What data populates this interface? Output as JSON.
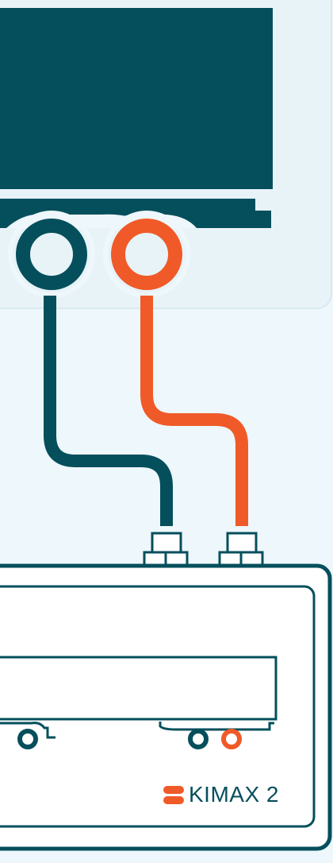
{
  "brand": {
    "name": "KIMAX 2",
    "logo_icon": "kimax-logo-icon"
  },
  "colors": {
    "background": "#eef7fb",
    "dark_teal": "#054f5c",
    "orange": "#f05a28",
    "device_fill": "#ffffff",
    "outline": "#054f5c"
  },
  "diagram": {
    "hoses": [
      {
        "id": "dark",
        "color": "dark_teal"
      },
      {
        "id": "orange",
        "color": "orange"
      }
    ]
  }
}
